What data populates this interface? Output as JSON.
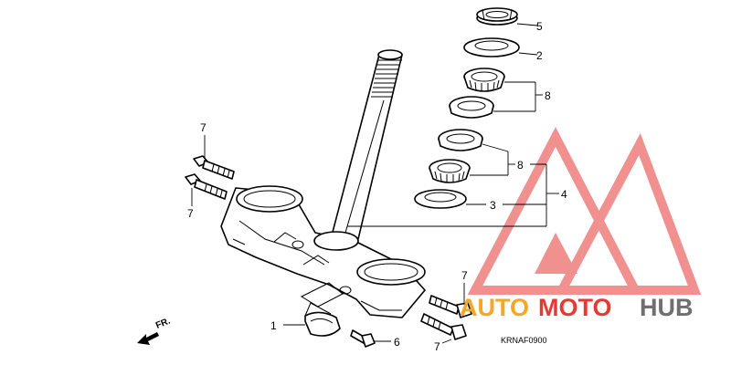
{
  "diagram": {
    "callouts": {
      "c5": "5",
      "c2": "2",
      "c8_top": "8",
      "c8_mid": "8",
      "c4": "4",
      "c3": "3",
      "c7_a": "7",
      "c7_b": "7",
      "c7_c": "7",
      "c7_d": "7",
      "c1": "1",
      "c6": "6"
    },
    "front_arrow_label": "FR.",
    "diagram_code": "KRNAF0900"
  },
  "watermark": {
    "part1": "AUTO",
    "part2": "MOTO",
    "part3": "HUB",
    "color_red": "#e53935",
    "color_orange": "#f5a623",
    "color_gray": "#6f6f6f"
  }
}
